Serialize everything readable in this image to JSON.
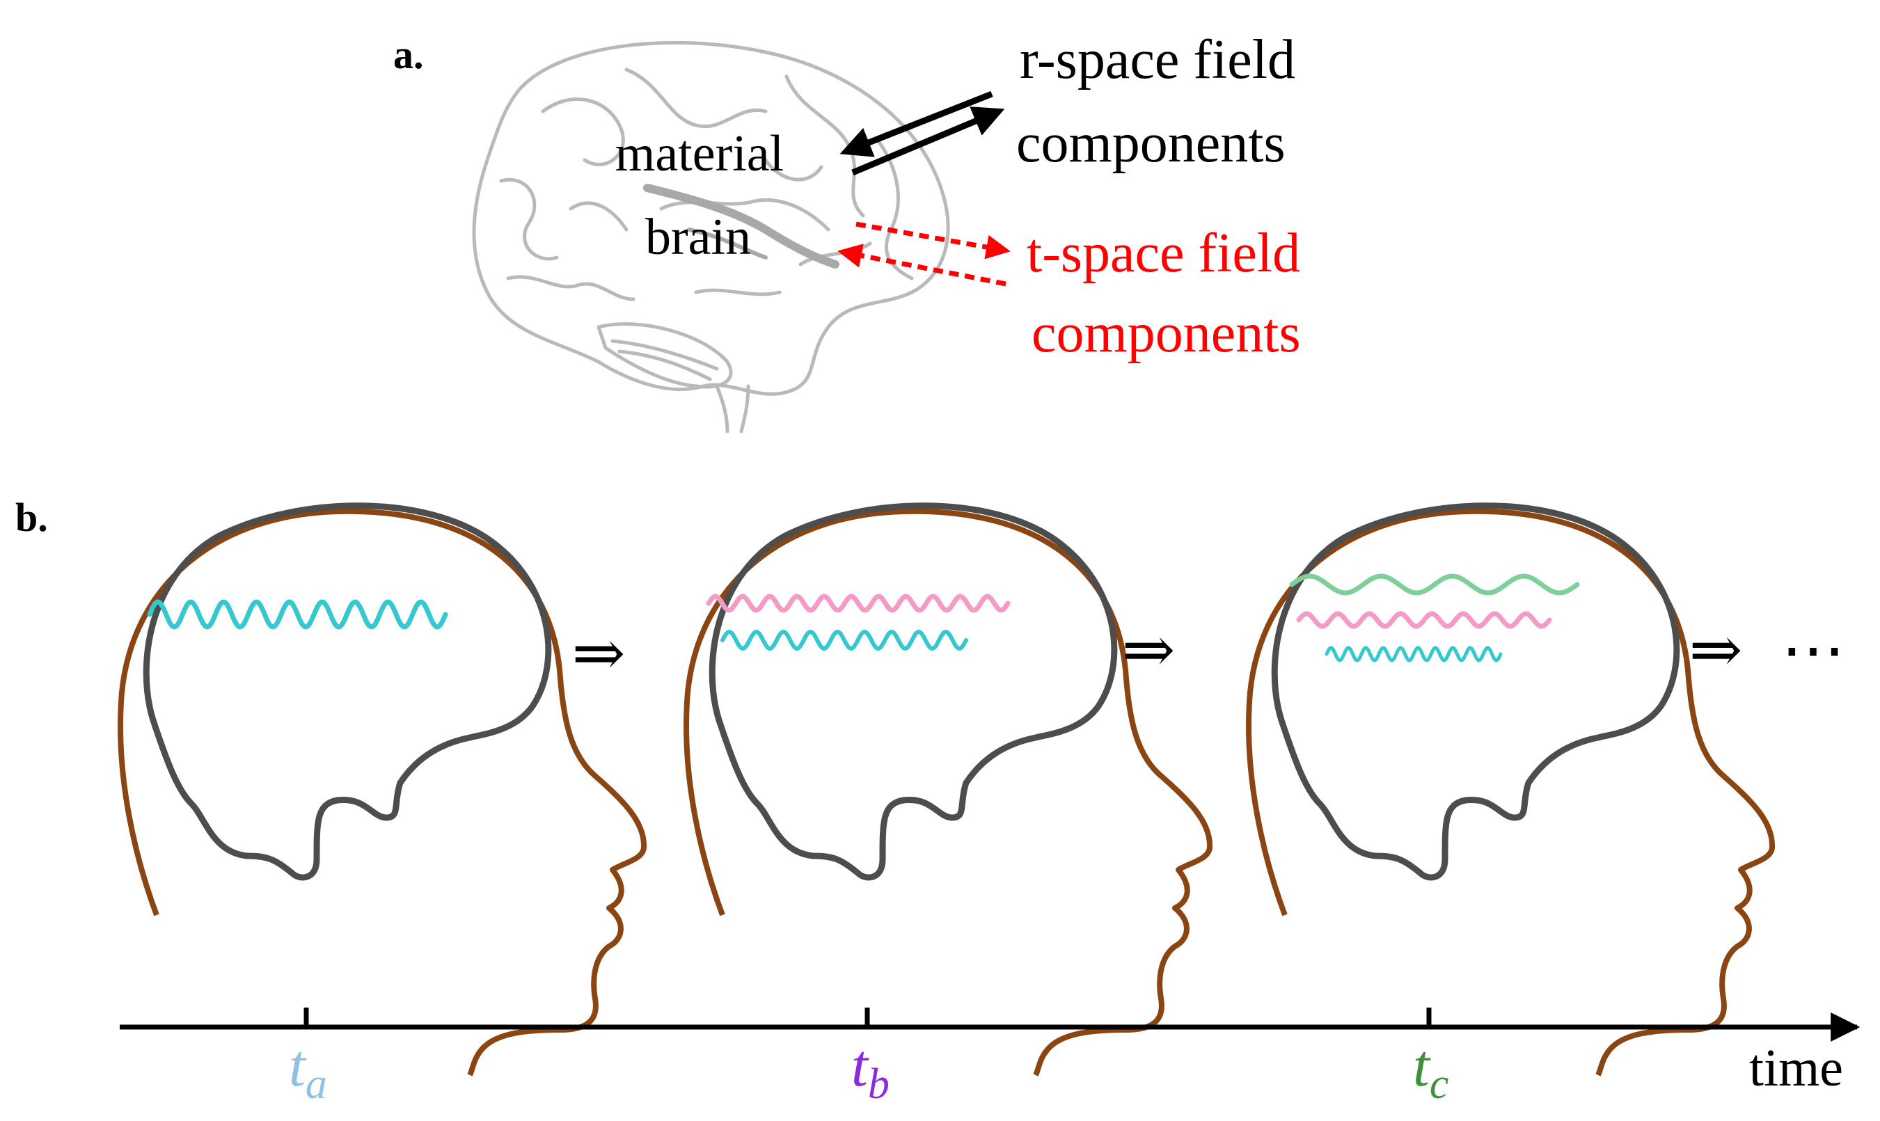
{
  "panel_a": {
    "label": "a.",
    "brain_label_line1": "material",
    "brain_label_line2": "brain",
    "r_space_line1": "r-space field",
    "r_space_line2": "components",
    "t_space_line1": "t-space field",
    "t_space_line2": "components"
  },
  "panel_b": {
    "label": "b.",
    "next_symbol": "⇒",
    "ellipsis": "⋯",
    "time_label": "time",
    "ticks": [
      {
        "base": "t",
        "sub": "a",
        "color": "#8fc1e6"
      },
      {
        "base": "t",
        "sub": "b",
        "color": "#8a2be2"
      },
      {
        "base": "t",
        "sub": "c",
        "color": "#3f8f3f"
      }
    ]
  },
  "colors": {
    "head_outline": "#8b4513",
    "brain_outline": "#4d4d4d",
    "wave_cyan": "#36c8d0",
    "wave_pink": "#f59ac6",
    "wave_green": "#7fcf9a",
    "red_arrow": "#ff0000",
    "sketch_gray": "#b9b9b9"
  }
}
